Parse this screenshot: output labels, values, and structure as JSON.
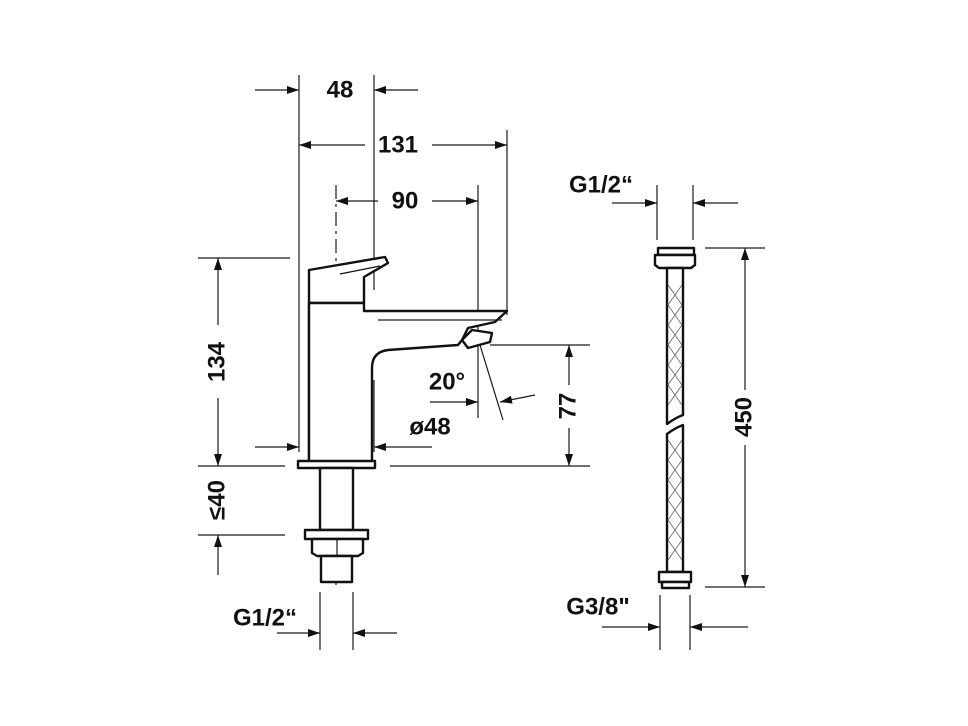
{
  "title": "Faucet technical dimension drawing",
  "dimensions": {
    "body_width": "48",
    "total_depth": "131",
    "spout_reach": "90",
    "height": "134",
    "spout_height": "77",
    "base_diameter": "ø48",
    "spout_angle": "20°",
    "counter_thickness": "≤40",
    "faucet_connection": "G1/2“",
    "hose_top_connection": "G1/2“",
    "hose_bottom_connection": "G3/8\"",
    "hose_length": "450"
  },
  "colors": {
    "line": "#111111",
    "background": "#ffffff"
  }
}
